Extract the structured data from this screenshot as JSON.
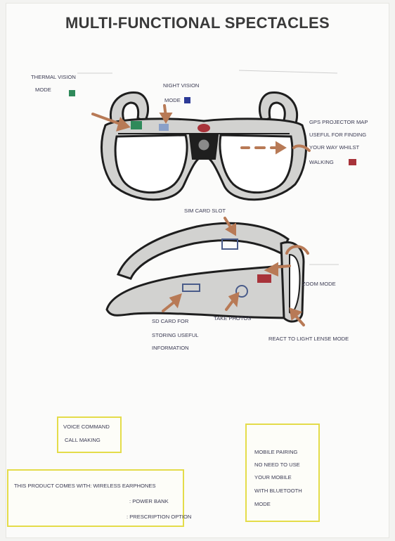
{
  "title": "MULTI-FUNCTIONAL SPECTACLES",
  "labels": {
    "thermal_vision_1": "THERMAL VISION",
    "thermal_vision_2": "MODE",
    "night_vision_1": "NIGHT VISION",
    "night_vision_2": "MODE",
    "gps_1": "GPS PROJECTOR MAP",
    "gps_2": "USEFUL FOR FINDING",
    "gps_3": "YOUR WAY WHILST",
    "gps_4": "WALKING",
    "sim_card": "SIM CARD SLOT",
    "zoom_mode": "ZOOM MODE",
    "sd_card_1": "SD CARD FOR",
    "sd_card_2": "STORING USEFUL",
    "sd_card_3": "INFORMATION",
    "take_photos": "TAKE PHOTOS",
    "react_light": "REACT TO LIGHT LENSE MODE"
  },
  "boxes": {
    "voice_1": "VOICE COMMAND",
    "voice_2": "CALL MAKING",
    "mobile_1": "MOBILE PAIRING",
    "mobile_2": "NO NEED TO USE",
    "mobile_3": "YOUR MOBILE",
    "mobile_4": "WITH BLUETOOTH",
    "mobile_5": "MODE",
    "product_1": "THIS PRODUCT COMES WITH: WIRELESS EARPHONES",
    "product_2": ": POWER BANK",
    "product_3": ": PRESCRIPTION OPTION"
  },
  "colors": {
    "frame_fill": "#d2d2d0",
    "outline": "#1e1e1e",
    "arrow": "#b87a56",
    "thermal": "#2f8a5a",
    "night": "#2c3a96",
    "gps": "#a8333a",
    "box_border": "#e4dc4a"
  }
}
